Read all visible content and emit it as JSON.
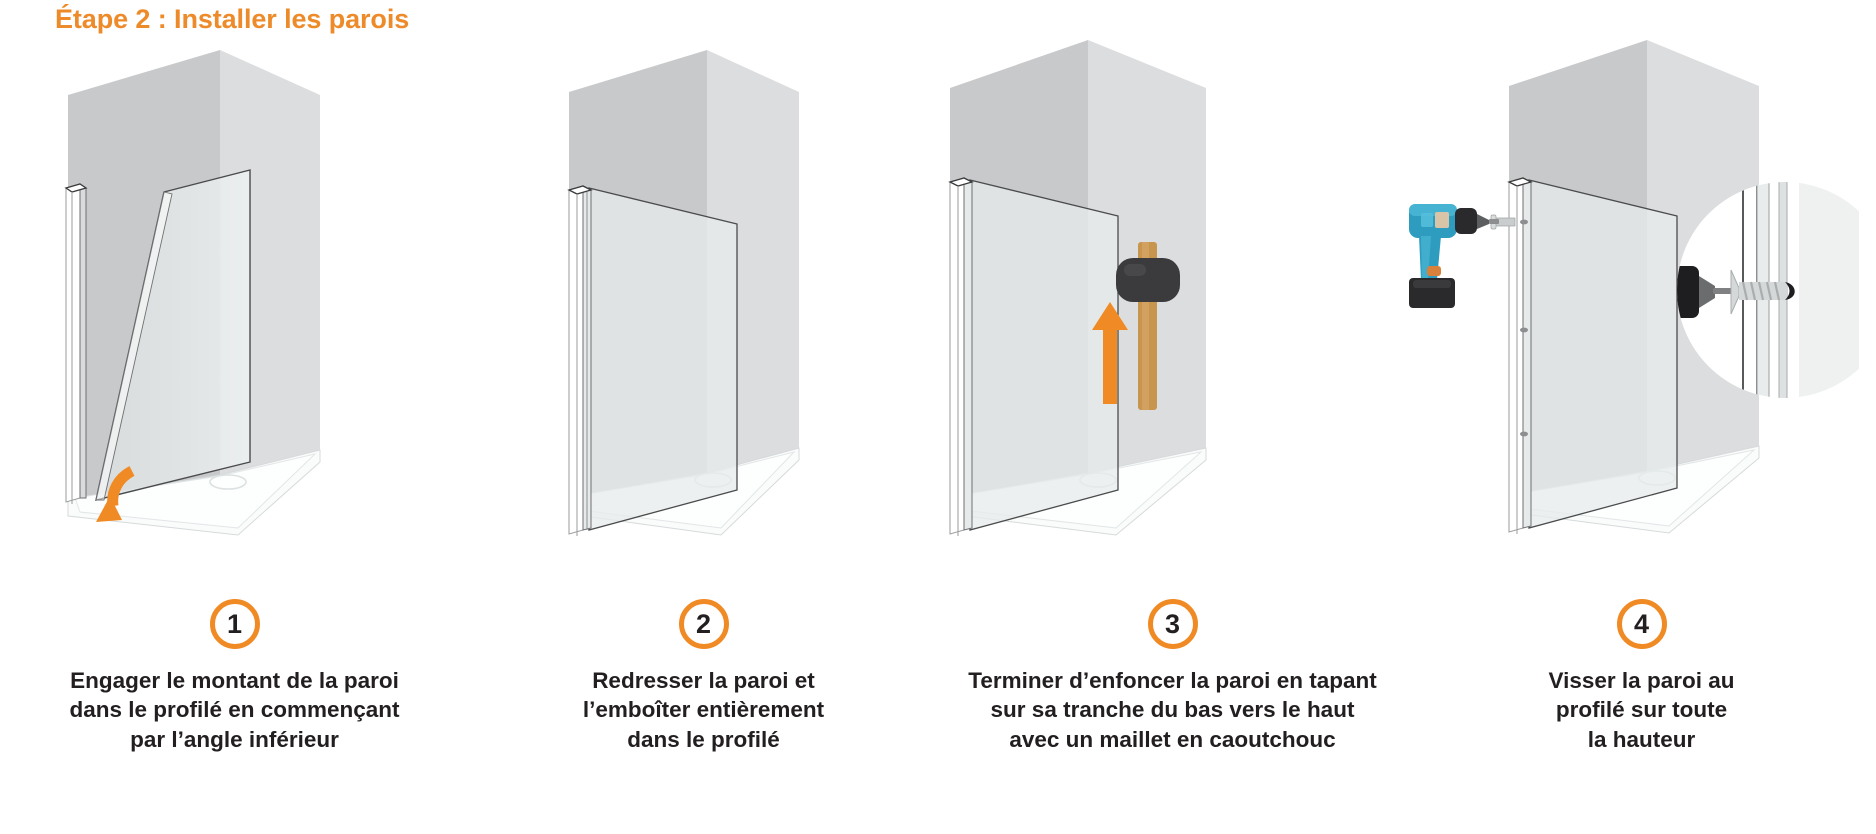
{
  "title": "Étape 2 : Installer les parois",
  "colors": {
    "accent": "#ED8B2B",
    "badge_ring": "#F08A24",
    "text": "#231F20",
    "wall_left": "#C8C9CB",
    "wall_right": "#DFE0E1",
    "glass": "#E6EAEA",
    "tray": "#FBFCFC",
    "mallet_head": "#3B3B3D",
    "mallet_handle": "#C8954E",
    "drill_body": "#2E9CBE",
    "drill_dark": "#2A2A2C",
    "screw": "#C9CDCE"
  },
  "steps": [
    {
      "number": "1",
      "caption_lines": [
        "Engager le montant de la paroi",
        "dans le profilé en commençant",
        "par l’angle inférieur"
      ],
      "icons": [
        "curved-down-left-arrow"
      ]
    },
    {
      "number": "2",
      "caption_lines": [
        "Redresser la paroi et",
        "l’emboîter entièrement",
        "dans le profilé"
      ],
      "icons": []
    },
    {
      "number": "3",
      "caption_lines": [
        "Terminer d’enfoncer la paroi en tapant",
        "sur sa tranche du bas vers le haut",
        "avec un maillet en caoutchouc"
      ],
      "icons": [
        "rubber-mallet",
        "up-arrow"
      ]
    },
    {
      "number": "4",
      "caption_lines": [
        "Visser la paroi au",
        "profilé sur toute",
        "la hauteur"
      ],
      "icons": [
        "cordless-drill",
        "screw",
        "magnifier-detail"
      ]
    }
  ]
}
